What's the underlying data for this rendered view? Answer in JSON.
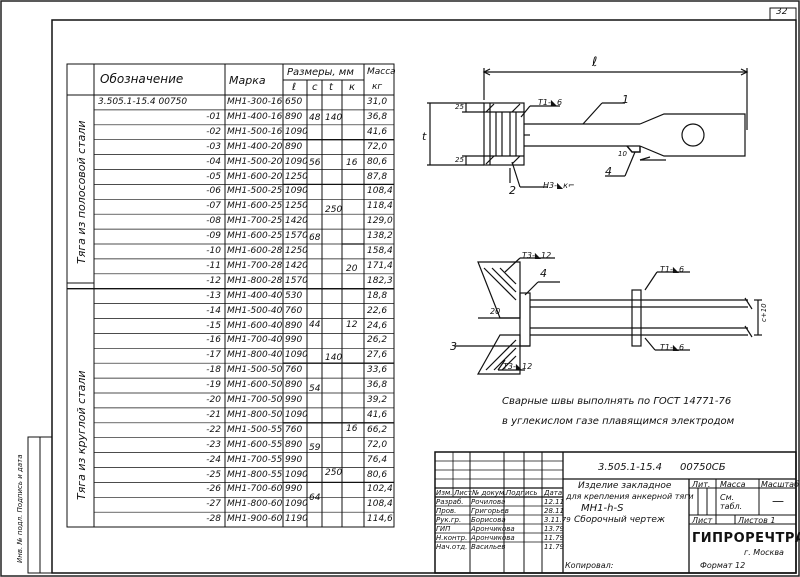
{
  "sheet": {
    "page_number": "32",
    "side_stamp": "Инв. № подл. Подпись и дата"
  },
  "table": {
    "headers": {
      "designation": "Обозначение",
      "mark": "Марка",
      "dimensions": "Размеры, мм",
      "l": "ℓ",
      "c": "c",
      "t": "t",
      "k": "к",
      "mass": "Масса",
      "mass_unit": "кг"
    },
    "group_labels": {
      "strip": "Тяга из полосовой стали",
      "round": "Тяга из круглой стали"
    },
    "rows": [
      {
        "des": "3.505.1-15.4 00750",
        "mark": "МН1-300-16",
        "l": "650",
        "m": "31,0"
      },
      {
        "des": "-01",
        "mark": "МН1-400-16",
        "l": "890",
        "m": "36,8"
      },
      {
        "des": "-02",
        "mark": "МН1-500-16",
        "l": "1090",
        "m": "41,6"
      },
      {
        "des": "-03",
        "mark": "МН1-400-20",
        "l": "890",
        "m": "72,0"
      },
      {
        "des": "-04",
        "mark": "МН1-500-20",
        "l": "1090",
        "m": "80,6"
      },
      {
        "des": "-05",
        "mark": "МН1-600-20",
        "l": "1250",
        "m": "87,8"
      },
      {
        "des": "-06",
        "mark": "МН1-500-25",
        "l": "1090",
        "m": "108,4"
      },
      {
        "des": "-07",
        "mark": "МН1-600-25",
        "l": "1250",
        "m": "118,4"
      },
      {
        "des": "-08",
        "mark": "МН1-700-25",
        "l": "1420",
        "m": "129,0"
      },
      {
        "des": "-09",
        "mark": "МН1-600-25",
        "l": "1570",
        "m": "138,2"
      },
      {
        "des": "-10",
        "mark": "МН1-600-28",
        "l": "1250",
        "m": "158,4"
      },
      {
        "des": "-11",
        "mark": "МН1-700-28",
        "l": "1420",
        "m": "171,4"
      },
      {
        "des": "-12",
        "mark": "МН1-800-28",
        "l": "1570",
        "m": "182,3"
      },
      {
        "des": "-13",
        "mark": "МН1-400-40",
        "l": "530",
        "m": "18,8"
      },
      {
        "des": "-14",
        "mark": "МН1-500-40",
        "l": "760",
        "m": "22,6"
      },
      {
        "des": "-15",
        "mark": "МН1-600-40",
        "l": "890",
        "m": "24,6"
      },
      {
        "des": "-16",
        "mark": "МН1-700-40",
        "l": "990",
        "m": "26,2"
      },
      {
        "des": "-17",
        "mark": "МН1-800-40",
        "l": "1090",
        "m": "27,6"
      },
      {
        "des": "-18",
        "mark": "МН1-500-50",
        "l": "760",
        "m": "33,6"
      },
      {
        "des": "-19",
        "mark": "МН1-600-50",
        "l": "890",
        "m": "36,8"
      },
      {
        "des": "-20",
        "mark": "МН1-700-50",
        "l": "990",
        "m": "39,2"
      },
      {
        "des": "-21",
        "mark": "МН1-800-50",
        "l": "1090",
        "m": "41,6"
      },
      {
        "des": "-22",
        "mark": "МН1-500-55",
        "l": "760",
        "m": "66,2"
      },
      {
        "des": "-23",
        "mark": "МН1-600-55",
        "l": "890",
        "m": "72,0"
      },
      {
        "des": "-24",
        "mark": "МН1-700-55",
        "l": "990",
        "m": "76,4"
      },
      {
        "des": "-25",
        "mark": "МН1-800-55",
        "l": "1090",
        "m": "80,6"
      },
      {
        "des": "-26",
        "mark": "МН1-700-60",
        "l": "990",
        "m": "102,4"
      },
      {
        "des": "-27",
        "mark": "МН1-800-60",
        "l": "1090",
        "m": "108,4"
      },
      {
        "des": "-28",
        "mark": "МН1-900-60",
        "l": "1190",
        "m": "114,6"
      }
    ],
    "merged": {
      "c_48": "48",
      "c_56": "56",
      "c_68": "68",
      "c_44": "44",
      "c_54": "54",
      "c_59": "59",
      "c_64": "64",
      "t_140a": "140",
      "t_250a": "250",
      "t_140b": "140",
      "t_250b": "250",
      "k_16a": "16",
      "k_20": "20",
      "k_12": "12",
      "k_16b": "16"
    }
  },
  "drawing": {
    "dim_l": "ℓ",
    "dim_t": "t",
    "dim_25a": "25",
    "dim_25b": "25",
    "dim_10": "10",
    "dim_20": "20",
    "dim_c": "c",
    "dim_c_plus": "c+10",
    "callouts": {
      "p1": "1",
      "p2": "2",
      "p3": "3",
      "p4a": "4",
      "p4b": "4"
    },
    "welds": {
      "w1": "Т1-◣6",
      "w2": "Н3-◣к⌐",
      "w3": "Т3-◣12",
      "w4": "Т1-◣6",
      "w5": "Т1-◣6",
      "w6": "Т3-◣12"
    }
  },
  "notes": {
    "line1": "Сварные швы выполнять по ГОСТ 14771-76",
    "line2": "в углекислом газе плавящимся электродом"
  },
  "title_block": {
    "doc_code": "3.505.1-15.4",
    "doc_suffix": "00750СБ",
    "title1": "Изделие закладное",
    "title2": "для крепления анкерной тяги",
    "title3": "МН1-h-S",
    "title4": "Сборочный чертеж",
    "stage_label": "Лит.",
    "mass_label": "Масса",
    "scale_label": "Масштаб",
    "mass_value": "См. табл.",
    "scale_value": "—",
    "sheet_label": "Лист",
    "sheets_label": "Листов 1",
    "org": "ГИПРОРЕЧТРАНС",
    "city": "г. Москва",
    "col_headers": [
      "Изм.",
      "Лист",
      "№ докум.",
      "Подпись",
      "Дата"
    ],
    "roles": [
      {
        "role": "Разраб.",
        "name": "Рочилова",
        "date": "12.11"
      },
      {
        "role": "Пров.",
        "name": "Григорьев",
        "date": "28.11"
      },
      {
        "role": "Рук.гр.",
        "name": "Борисова",
        "date": "3.11.79"
      },
      {
        "role": "ГИП",
        "name": "Арончикова",
        "date": "13.79"
      },
      {
        "role": "Н.контр.",
        "name": "Арончикова",
        "date": "11.79"
      },
      {
        "role": "Нач.отд.",
        "name": "Васильев",
        "date": "11.79"
      }
    ],
    "copied": "Копировал:",
    "format": "Формат 12"
  }
}
